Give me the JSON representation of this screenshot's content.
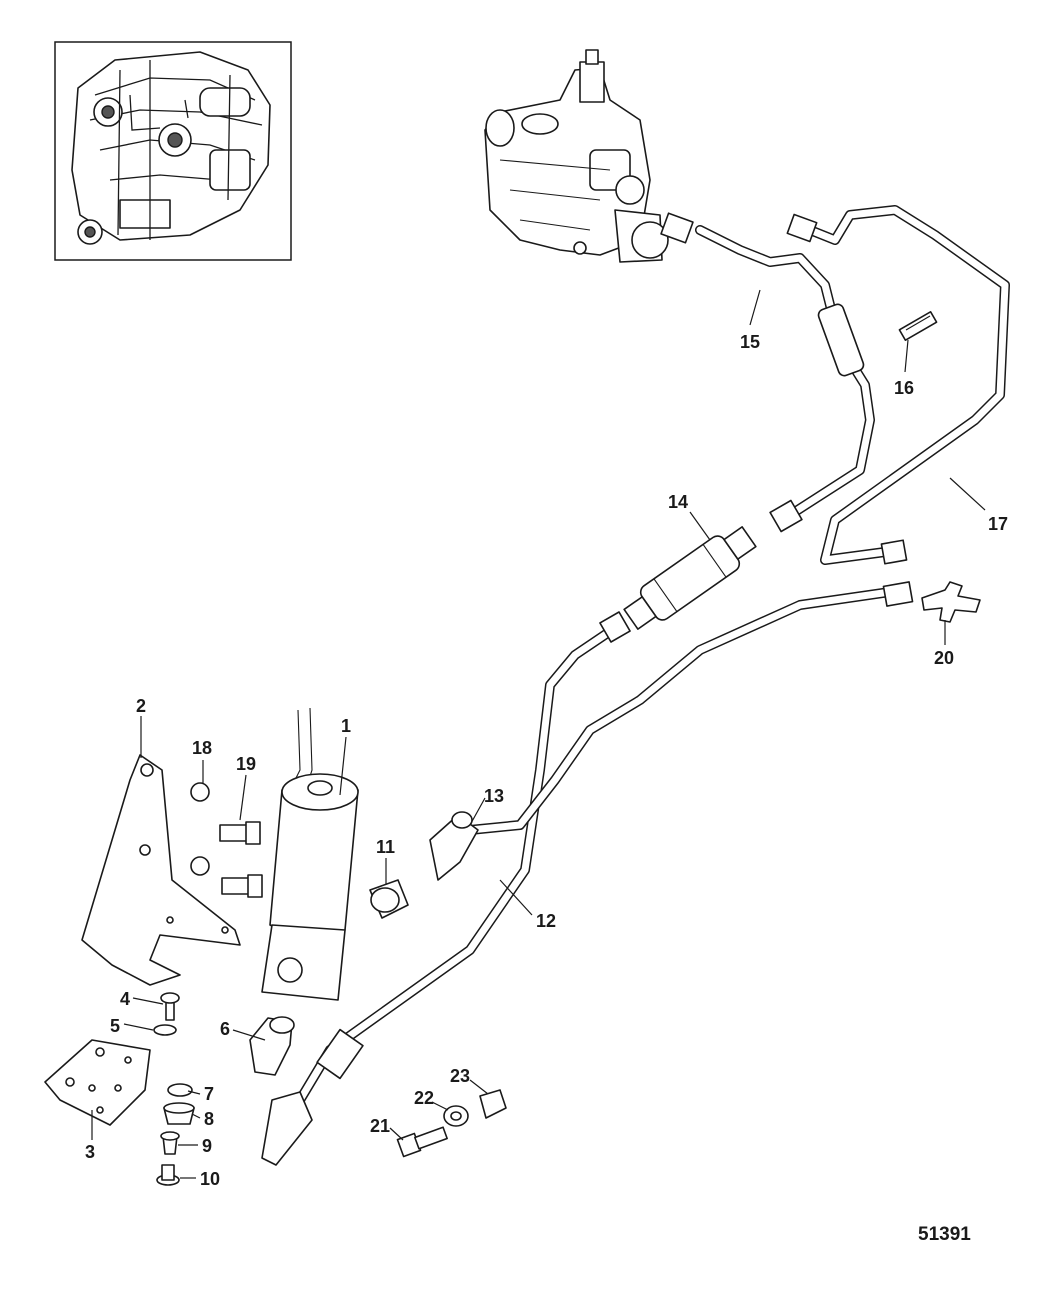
{
  "callouts": {
    "c1": "1",
    "c2": "2",
    "c3": "3",
    "c4": "4",
    "c5": "5",
    "c6": "6",
    "c7": "7",
    "c8": "8",
    "c9": "9",
    "c10": "10",
    "c11": "11",
    "c12": "12",
    "c13": "13",
    "c14": "14",
    "c15": "15",
    "c16": "16",
    "c17": "17",
    "c18": "18",
    "c19": "19",
    "c20": "20",
    "c21": "21",
    "c22": "22",
    "c23": "23"
  },
  "figure_number": "51391",
  "colors": {
    "line": "#1a1a1a",
    "fill": "#ffffff",
    "shade": "#555555"
  }
}
